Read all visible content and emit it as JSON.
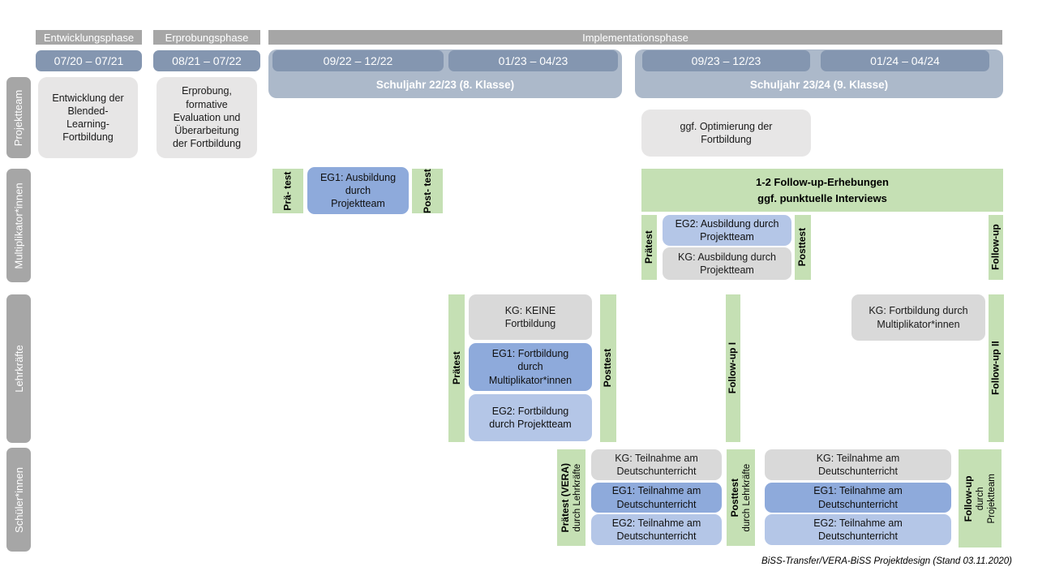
{
  "header": {
    "phases": [
      "Entwicklungsphase",
      "Erprobungsphase",
      "Implementationsphase"
    ],
    "date_ranges": [
      "07/20 – 07/21",
      "08/21 – 07/22",
      "09/22 – 12/22",
      "01/23 – 04/23",
      "09/23 – 12/23",
      "01/24 – 04/24"
    ],
    "school_years": [
      "Schuljahr 22/23 (8. Klasse)",
      "Schuljahr 23/24 (9. Klasse)"
    ]
  },
  "sidebar": {
    "rows": [
      "Projektteam",
      "Multiplikator*innen",
      "Lehrkräfte",
      "Schüler*innen"
    ]
  },
  "projektteam": {
    "entwicklung": "Entwicklung der\nBlended-\nLearning-\nFortbildung",
    "erprobung": "Erprobung,\nformative\nEvaluation und\nÜberarbeitung\nder Fortbildung",
    "optimierung": "ggf. Optimierung der\nFortbildung"
  },
  "multiplikatoren": {
    "praetest_split": "Prä-\ntest",
    "eg1": "EG1: Ausbildung\ndurch\nProjektteam",
    "posttest_split": "Post-\ntest",
    "followup_box": "1-2 Follow-up-Erhebungen\nggf. punktuelle Interviews",
    "praetest": "Prätest",
    "eg2": "EG2: Ausbildung durch\nProjektteam",
    "kg": "KG: Ausbildung durch\nProjektteam",
    "posttest": "Posttest",
    "followup": "Follow-up"
  },
  "lehrkraefte": {
    "praetest": "Prätest",
    "kg": "KG: KEINE\nFortbildung",
    "eg1": "EG1: Fortbildung\ndurch\nMultiplikator*innen",
    "eg2": "EG2: Fortbildung\ndurch Projektteam",
    "posttest": "Posttest",
    "followup1": "Follow-up I",
    "kg2": "KG: Fortbildung durch\nMultiplikator*innen",
    "followup2": "Follow-up II"
  },
  "schueler": {
    "praetest_main": "Prätest (VERA)",
    "praetest_sub": "durch Lehrkräfte",
    "kg": "KG: Teilnahme am\nDeutschunterricht",
    "eg1": "EG1: Teilnahme am\nDeutschunterricht",
    "eg2": "EG2: Teilnahme am\nDeutschunterricht",
    "posttest_main": "Posttest",
    "posttest_sub": "durch Lehrkräfte",
    "followup_main": "Follow-up",
    "followup_sub1": "durch",
    "followup_sub2": "Projektteam"
  },
  "footer": {
    "caption": "BiSS-Transfer/VERA-BiSS Projektdesign (Stand 03.11.2020)"
  },
  "colors": {
    "phase_bar": "#A6A6A6",
    "date_bar": "#8496B0",
    "year_band": "#ACB9CA",
    "sidebar_bar": "#A6A6A6",
    "green": "#C5E0B4",
    "eg1_blue": "#8EAADB",
    "eg2_blue": "#B4C6E7",
    "kg_gray": "#D9D9D9",
    "light_gray_box": "#E7E6E6"
  }
}
